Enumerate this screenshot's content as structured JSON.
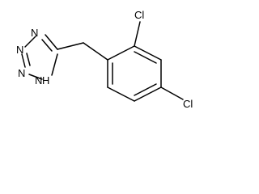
{
  "molecule": {
    "atoms": {
      "tetrazole_n4": "N",
      "tetrazole_n3": "N",
      "tetrazole_n2": "N",
      "tetrazole_n1h": "N",
      "tetrazole_h": "H",
      "chloro_ortho": "Cl",
      "chloro_para": "Cl"
    }
  }
}
